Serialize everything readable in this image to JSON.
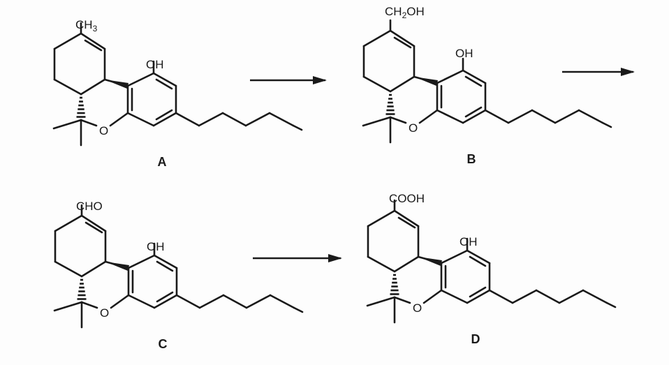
{
  "molecules": [
    {
      "label": "A",
      "group": "CH",
      "group_sub": "3",
      "group_after": "",
      "oh": "OH",
      "o": "O"
    },
    {
      "label": "B",
      "group": "CH",
      "group_sub": "2",
      "group_after": "OH",
      "oh": "OH",
      "o": "O"
    },
    {
      "label": "C",
      "group": "CHO",
      "group_sub": "",
      "group_after": "",
      "oh": "OH",
      "o": "O"
    },
    {
      "label": "D",
      "group": "COOH",
      "group_sub": "",
      "group_after": "",
      "oh": "OH",
      "o": "O"
    }
  ],
  "arrows": [
    {
      "name": "A to B"
    },
    {
      "name": "B to C"
    },
    {
      "name": "C to D"
    }
  ]
}
